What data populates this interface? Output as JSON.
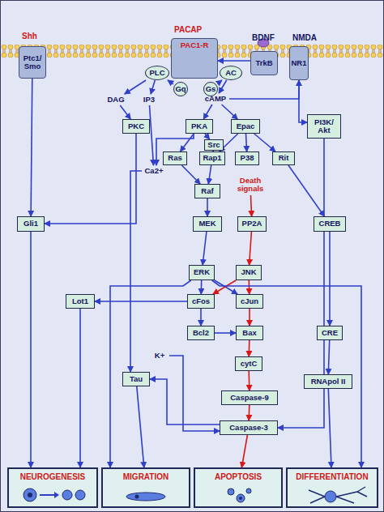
{
  "diagram": {
    "nodes": [
      {
        "text": [
          "Ptc1/ Smo"
        ]
      },
      {
        "text": [
          "PAC1-R"
        ]
      },
      {
        "text": [
          "PLC"
        ]
      },
      {
        "text": [
          "AC"
        ]
      },
      {
        "text": [
          "Gq"
        ]
      },
      {
        "text": [
          "Gs"
        ]
      },
      {
        "text": [
          "TrkB"
        ]
      },
      {
        "text": [
          "NR1"
        ]
      },
      {
        "text": [
          "DAG"
        ]
      },
      {
        "text": [
          "IP3"
        ]
      },
      {
        "text": [
          "cAMP"
        ]
      },
      {
        "text": [
          "PKC"
        ]
      },
      {
        "text": [
          "PKA"
        ]
      },
      {
        "text": [
          "Epac"
        ]
      },
      {
        "text": [
          "PI3K/ Akt"
        ]
      },
      {
        "text": [
          "Src"
        ]
      },
      {
        "text": [
          "Ras"
        ]
      },
      {
        "text": [
          "Rap1"
        ]
      },
      {
        "text": [
          "P38"
        ]
      },
      {
        "text": [
          "Rit"
        ]
      },
      {
        "text": [
          "Ca2+"
        ]
      },
      {
        "text": [
          "Raf"
        ]
      },
      {
        "text": [
          "Death signals"
        ]
      },
      {
        "text": [
          "Gli1"
        ]
      },
      {
        "text": [
          "MEK"
        ]
      },
      {
        "text": [
          "PP2A"
        ]
      },
      {
        "text": [
          "CREB"
        ]
      },
      {
        "text": [
          "ERK"
        ]
      },
      {
        "text": [
          "JNK"
        ]
      },
      {
        "text": [
          "Lot1"
        ]
      },
      {
        "text": [
          "cFos"
        ]
      },
      {
        "text": [
          "cJun"
        ]
      },
      {
        "text": [
          "Bcl2"
        ]
      },
      {
        "text": [
          "Bax"
        ]
      },
      {
        "text": [
          "CRE"
        ]
      },
      {
        "text": [
          "K+"
        ]
      },
      {
        "text": [
          "cytC"
        ]
      },
      {
        "text": [
          "Tau"
        ]
      },
      {
        "text": [
          "RNApol II"
        ]
      },
      {
        "text": [
          "Caspase-9"
        ]
      },
      {
        "text": [
          "Caspase-3"
        ]
      },
      {
        "text": [
          "NEUROGENESIS"
        ]
      },
      {
        "text": [
          "MIGRATION"
        ]
      },
      {
        "text": [
          "APOPTOSIS"
        ]
      },
      {
        "text": [
          "DIFFERENTIATION"
        ]
      }
    ],
    "edges": [
      {
        "from": 0,
        "to": 23,
        "arrow": "to"
      },
      {
        "from": 4,
        "to": 2,
        "arrow": "to"
      },
      {
        "from": 5,
        "to": 3,
        "arrow": "to"
      },
      {
        "from": 6,
        "to": 1,
        "arrow": "to"
      },
      {
        "from": 2,
        "to": 8,
        "arrow": "to"
      },
      {
        "from": 2,
        "to": 9,
        "arrow": "to"
      },
      {
        "from": 3,
        "to": 10,
        "arrow": "to"
      },
      {
        "from": 8,
        "to": 11,
        "arrow": "to"
      },
      {
        "from": 9,
        "to": 20,
        "arrow": "to"
      },
      {
        "from": 10,
        "to": 12,
        "arrow": "to"
      },
      {
        "from": 10,
        "to": 13,
        "arrow": "to"
      },
      {
        "from": 10,
        "to": 7,
        "arrow": "to"
      },
      {
        "from": 7,
        "to": 14,
        "arrow": "to"
      },
      {
        "from": 12,
        "to": 16,
        "arrow": "to"
      },
      {
        "from": 12,
        "to": 15,
        "arrow": "to"
      },
      {
        "from": 15,
        "to": 17,
        "arrow": "to"
      },
      {
        "from": 13,
        "to": 17,
        "arrow": "to"
      },
      {
        "from": 13,
        "to": 18,
        "arrow": "to"
      },
      {
        "from": 13,
        "to": 19,
        "arrow": "to"
      },
      {
        "from": 12,
        "to": 20,
        "arrow": "to"
      },
      {
        "from": 16,
        "to": 21,
        "arrow": "to"
      },
      {
        "from": 17,
        "to": 21,
        "arrow": "to"
      },
      {
        "from": 21,
        "to": 24,
        "arrow": "to"
      },
      {
        "from": 22,
        "to": 25,
        "arrow": "to"
      },
      {
        "from": 24,
        "to": 27,
        "arrow": "to"
      },
      {
        "from": 25,
        "to": 28,
        "arrow": "to"
      },
      {
        "from": 27,
        "to": 30,
        "arrow": "to"
      },
      {
        "from": 27,
        "to": 31,
        "arrow": "to"
      },
      {
        "from": 28,
        "to": 30,
        "arrow": "to"
      },
      {
        "from": 28,
        "to": 31,
        "arrow": "to"
      },
      {
        "from": 30,
        "to": 29,
        "arrow": "to"
      },
      {
        "from": 30,
        "to": 32,
        "arrow": "to"
      },
      {
        "from": 31,
        "to": 33,
        "arrow": "to"
      },
      {
        "from": 32,
        "to": 33,
        "arrow": "to"
      },
      {
        "from": 33,
        "to": 36,
        "arrow": "to"
      },
      {
        "from": 36,
        "to": 39,
        "arrow": "to"
      },
      {
        "from": 39,
        "to": 40,
        "arrow": "to"
      },
      {
        "from": 40,
        "to": 43,
        "arrow": "to"
      },
      {
        "from": 11,
        "to": 23,
        "arrow": "to"
      },
      {
        "from": 19,
        "to": 26,
        "arrow": "to"
      },
      {
        "from": 26,
        "to": 34,
        "arrow": "to"
      },
      {
        "from": 34,
        "to": 38,
        "arrow": "to"
      },
      {
        "from": 38,
        "to": 44,
        "arrow": "to"
      },
      {
        "from": 14,
        "to": 40,
        "arrow": "to"
      },
      {
        "from": 29,
        "to": 41,
        "arrow": "to"
      },
      {
        "from": 23,
        "to": 41,
        "arrow": "to"
      },
      {
        "from": 37,
        "to": 42,
        "arrow": "to"
      },
      {
        "from": 40,
        "to": 37,
        "arrow": "to"
      },
      {
        "from": 35,
        "to": 40,
        "arrow": "to"
      },
      {
        "from": 20,
        "to": 37,
        "arrow": "to"
      },
      {
        "from": 27,
        "to": 44,
        "arrow": "to"
      },
      {
        "from": 27,
        "to": 42,
        "arrow": "to"
      }
    ],
    "labels": [
      "Shh",
      "PACAP",
      "BDNF",
      "NMDA"
    ]
  }
}
